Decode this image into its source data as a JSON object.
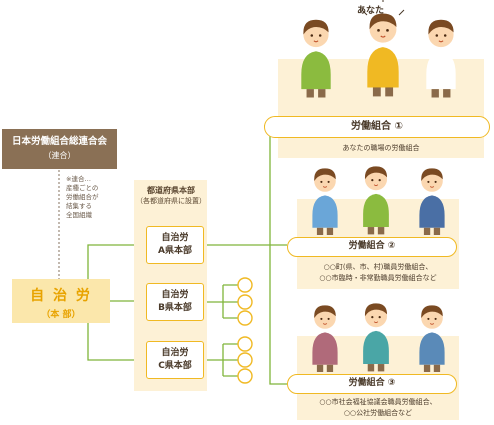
{
  "rengo": {
    "name": "日本労働組合総連合会",
    "short": "（連合）",
    "note": "※連合…\n産種ごとの\n労働組合が\n結集する\n全国組織"
  },
  "jichiro_hq": {
    "name": "自 治 労",
    "sub": "（本 部）"
  },
  "prefecture": {
    "title": "都道府県本部",
    "subtitle": "（各都道府県に設置）",
    "boxes": [
      {
        "line1": "自治労",
        "line2": "A県本部"
      },
      {
        "line1": "自治労",
        "line2": "B県本部"
      },
      {
        "line1": "自治労",
        "line2": "C県本部"
      }
    ]
  },
  "you_label": "あなた",
  "unions": [
    {
      "label": "労働組合 ①",
      "description": "あなたの職場の労働組合"
    },
    {
      "label": "労働組合 ②",
      "description": "○○町(県、市、村)職員労働組合、\n○○市臨時・非常勤職員労働組合など"
    },
    {
      "label": "労働組合 ③",
      "description": "○○市社会福祉協議会職員労働組合、\n○○公社労働組合など"
    }
  ],
  "colors": {
    "accent": "#f0b923",
    "line": "#7fb53a",
    "rengo": "#8a7055",
    "panel": "#fdf1d6",
    "hq": "#fbe7ab",
    "hq_text": "#e8a300"
  }
}
